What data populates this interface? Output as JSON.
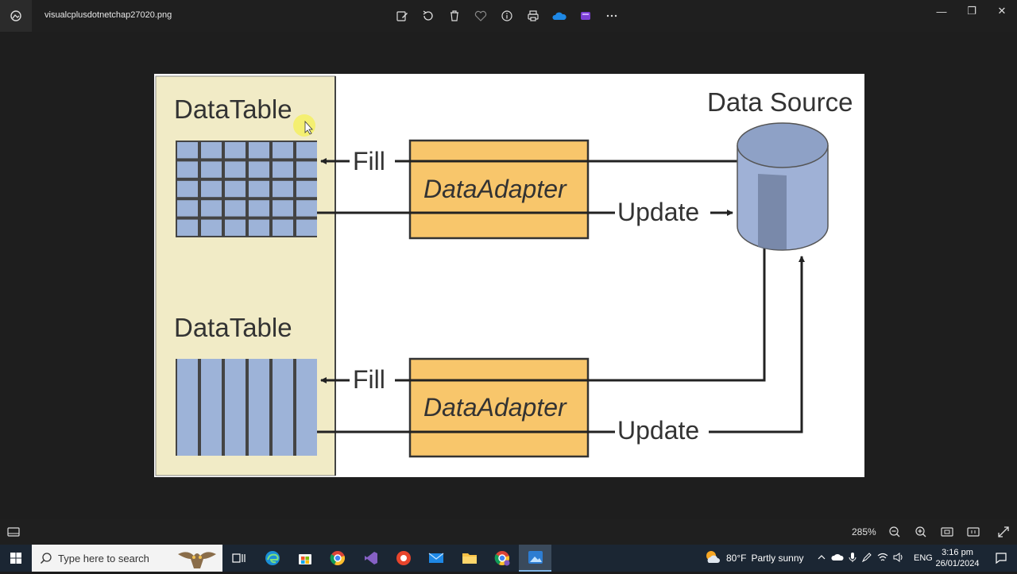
{
  "window": {
    "file_name": "visualcplusdotnetchap27020.png",
    "toolbar_icons": [
      "edit-icon",
      "rotate-icon",
      "delete-icon",
      "favorite-icon",
      "info-icon",
      "print-icon",
      "onedrive-icon",
      "clipchamp-icon",
      "more-icon"
    ],
    "controls": {
      "minimize": "—",
      "maximize": "❐",
      "close": "✕"
    }
  },
  "diagram": {
    "top": {
      "table_title": "DataTable",
      "fill_label": "Fill",
      "adapter_label": "DataAdapter",
      "update_label": "Update"
    },
    "bottom": {
      "table_title": "DataTable",
      "fill_label": "Fill",
      "adapter_label": "DataAdapter",
      "update_label": "Update"
    },
    "source_label": "Data Source",
    "colors": {
      "panel": "#f1ebc6",
      "cell": "#9db3d8",
      "adapter": "#f8c66b",
      "cylinder": "#9fb1d6",
      "line": "#222222"
    }
  },
  "bottombar": {
    "zoom": "285%"
  },
  "taskbar": {
    "search_placeholder": "Type here to search",
    "weather_temp": "80°F",
    "weather_desc": "Partly sunny",
    "language": "ENG",
    "time": "3:16 pm",
    "date": "26/01/2024"
  }
}
